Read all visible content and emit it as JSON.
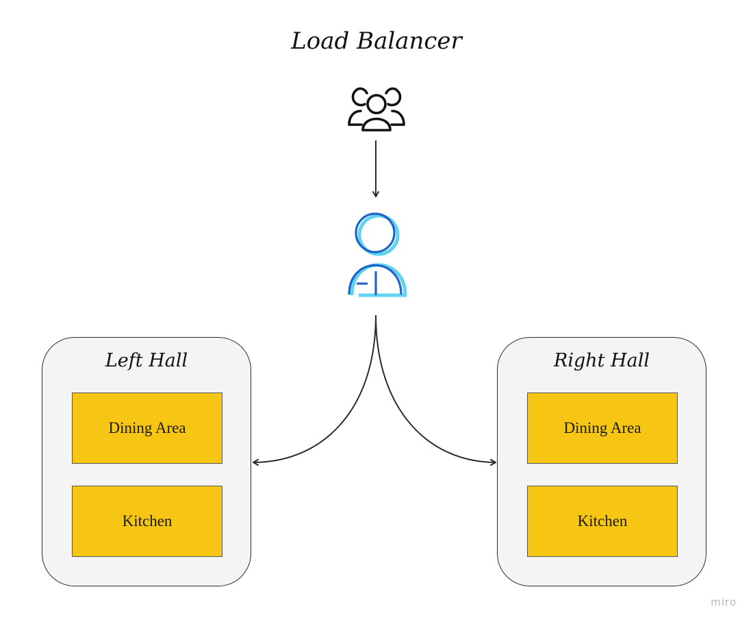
{
  "title": "Load Balancer",
  "halls": [
    {
      "title": "Left Hall",
      "rooms": [
        "Dining Area",
        "Kitchen"
      ]
    },
    {
      "title": "Right Hall",
      "rooms": [
        "Dining Area",
        "Kitchen"
      ]
    }
  ],
  "icons": {
    "clients": "users-group-icon",
    "balancer": "waiter-icon"
  },
  "colors": {
    "room_fill": "#f7c614",
    "hall_fill": "#f4f4f4",
    "waiter_dark": "#1f63c6",
    "waiter_light": "#5fd3ef"
  },
  "watermark": "miro"
}
